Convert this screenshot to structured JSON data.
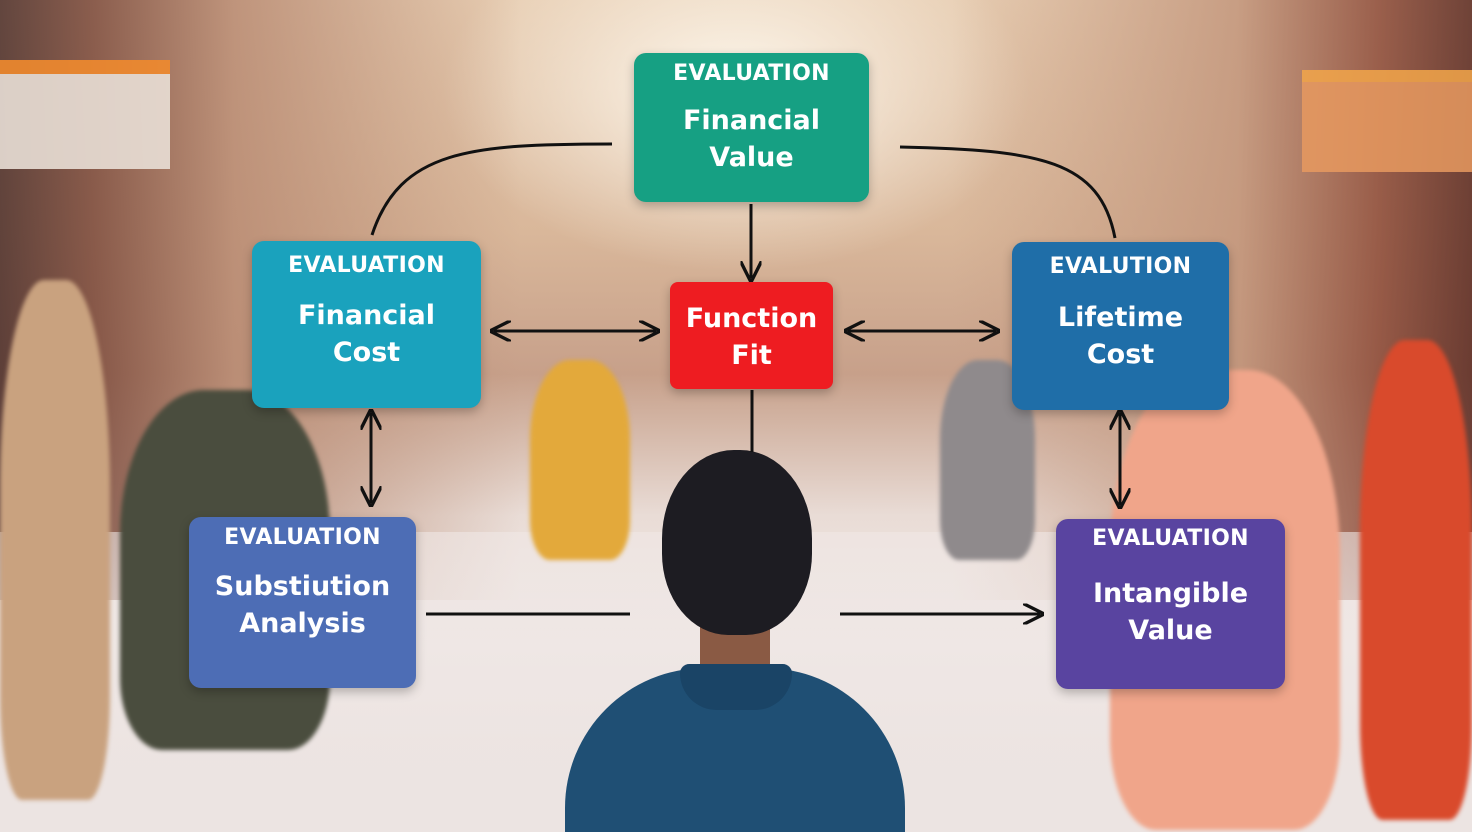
{
  "nodes": {
    "financial_value": {
      "tag": "EVALUATION",
      "title_line1": "Financial",
      "title_line2": "Value",
      "color": "#16a083"
    },
    "financial_cost": {
      "tag": "EVALUATION",
      "title_line1": "Financial",
      "title_line2": "Cost",
      "color": "#1aa2bd"
    },
    "function_fit": {
      "title_line1": "Function",
      "title_line2": "Fit",
      "color": "#ee1c21"
    },
    "lifetime_cost": {
      "tag": "EVALUTION",
      "title_line1": "Lifetime",
      "title_line2": "Cost",
      "color": "#1f6ea8"
    },
    "substitution_analysis": {
      "tag": "EVALUATION",
      "title_line1": "Substiution",
      "title_line2": "Analysis",
      "color": "#4d6db5"
    },
    "intangible_value": {
      "tag": "EVALUATION",
      "title_line1": "Intangible",
      "title_line2": "Value",
      "color": "#5944a0"
    }
  },
  "connectors": [
    {
      "from": "financial_value",
      "to": "function_fit",
      "kind": "arrow"
    },
    {
      "from": "financial_cost",
      "to": "function_fit",
      "kind": "double-arrow"
    },
    {
      "from": "function_fit",
      "to": "lifetime_cost",
      "kind": "double-arrow"
    },
    {
      "from": "financial_cost",
      "to": "substitution_analysis",
      "kind": "double-arrow"
    },
    {
      "from": "lifetime_cost",
      "to": "intangible_value",
      "kind": "double-arrow"
    },
    {
      "from": "financial_value",
      "to": "financial_cost",
      "kind": "curve"
    },
    {
      "from": "financial_value",
      "to": "lifetime_cost",
      "kind": "curve"
    },
    {
      "from": "substitution_analysis",
      "to": "intangible_value",
      "kind": "arrow"
    }
  ],
  "colors": {
    "arrow": "#111111"
  }
}
